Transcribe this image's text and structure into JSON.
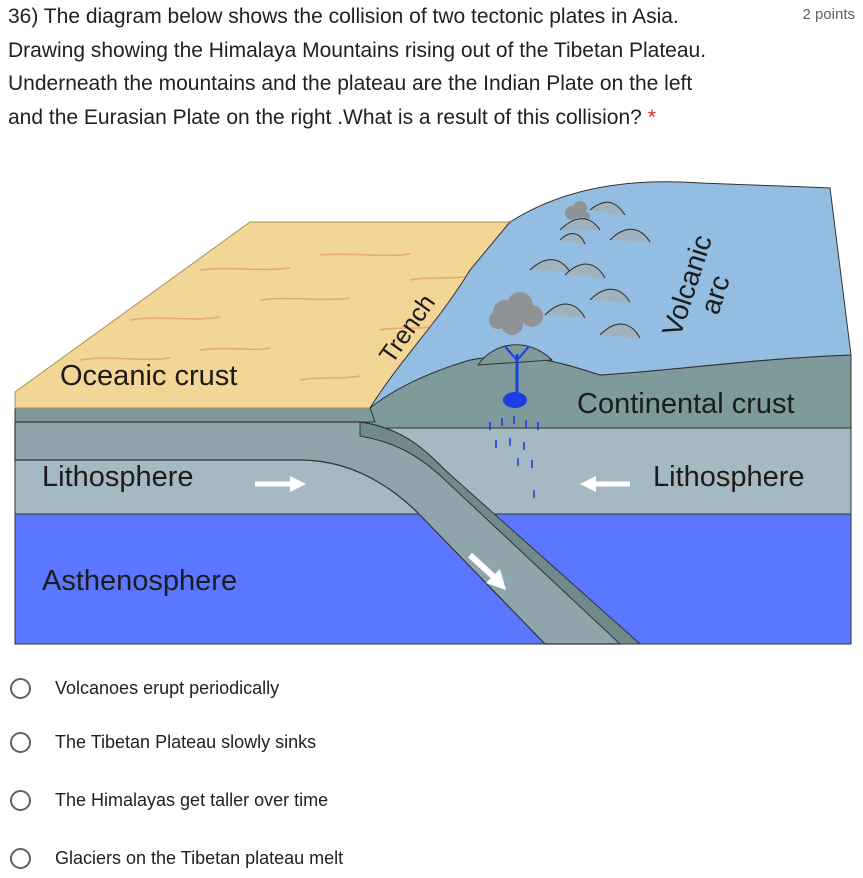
{
  "question": {
    "lines": [
      "36) The diagram below shows the collision of two tectonic plates in Asia.",
      "Drawing showing the Himalaya Mountains rising out of the Tibetan Plateau.",
      "Underneath the mountains and the plateau are the Indian Plate on the left",
      "and the Eurasian Plate on the right .What is a result of this collision?"
    ],
    "required_mark": "*",
    "points": "2 points"
  },
  "diagram": {
    "labels": {
      "oceanic_crust": "Oceanic crust",
      "trench": "Trench",
      "volcanic": "Volcanic",
      "arc": "arc",
      "continental_crust": "Continental crust",
      "lithosphere_left": "Lithosphere",
      "lithosphere_right": "Lithosphere",
      "asthenosphere": "Asthenosphere"
    },
    "colors": {
      "oceanic_crust": "#f3d595",
      "continental_top": "#94bde2",
      "lithosphere": "#a5b9c2",
      "subducting_slab": "#90a4ac",
      "asthenosphere": "#5b77ff",
      "crust_edge": "#708a8a",
      "magma": "#1b3fe0"
    }
  },
  "options": [
    {
      "label": "Volcanoes erupt periodically",
      "selected": false
    },
    {
      "label": "The Tibetan Plateau slowly sinks",
      "selected": false
    },
    {
      "label": "The Himalayas get taller over time",
      "selected": false
    },
    {
      "label": "Glaciers on the Tibetan plateau melt",
      "selected": false
    }
  ]
}
